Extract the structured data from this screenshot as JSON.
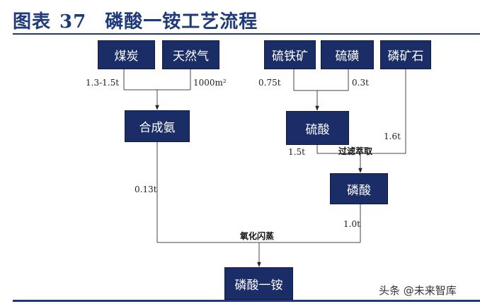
{
  "figure": {
    "title_prefix": "图表",
    "title_number": "37",
    "title_text": "磷酸一铵工艺流程"
  },
  "nodes": {
    "coal": "煤炭",
    "natural_gas": "天然气",
    "pyrite": "硫铁矿",
    "sulfur": "硫磺",
    "phosphate_rock": "磷矿石",
    "synthetic_ammonia": "合成氨",
    "sulfuric_acid": "硫酸",
    "phosphoric_acid": "磷酸",
    "map": "磷酸一铵"
  },
  "edge_labels": {
    "coal_qty": "1.3-1.5t",
    "gas_qty": "1000m²",
    "pyrite_qty": "0.75t",
    "sulfur_qty": "0.3t",
    "rock_qty": "1.6t",
    "acid_qty": "1.5t",
    "ammonia_qty": "0.13t",
    "phos_acid_qty": "1.0t"
  },
  "process_labels": {
    "filtration_extraction": "过滤萃取",
    "ammoniation_evaporation": "氧化闪蒸"
  },
  "watermark": "头条 @未来智库"
}
